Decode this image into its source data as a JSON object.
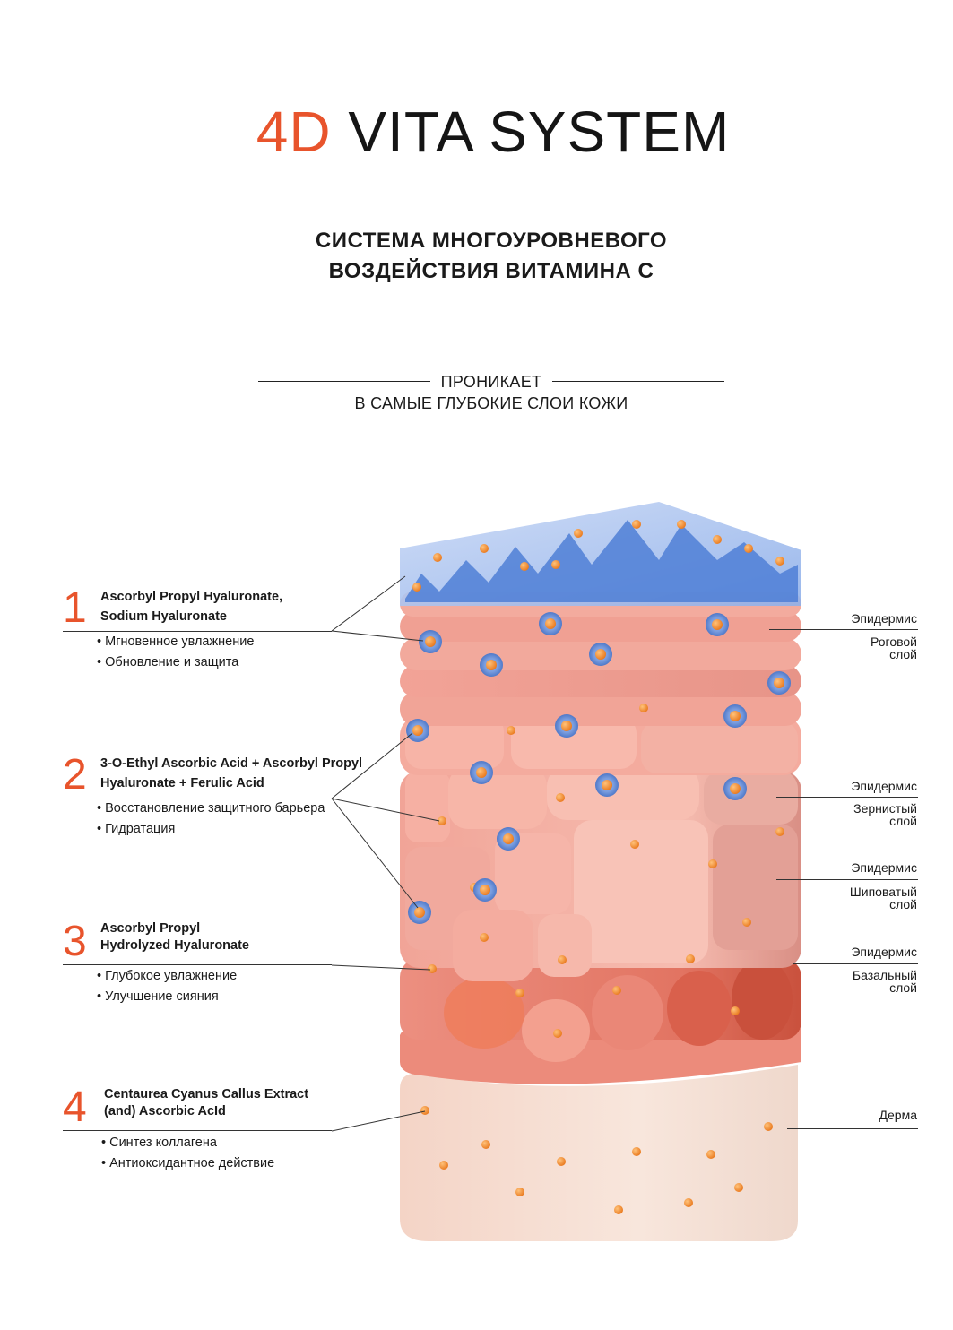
{
  "header": {
    "title_accent": "4D",
    "title_main": "VITA SYSTEM",
    "subtitle_line1": "СИСТЕМА МНОГОУРОВНЕВОГО",
    "subtitle_line2": "ВОЗДЕЙСТВИЯ ВИТАМИНА С",
    "tagline_line1": "ПРОНИКАЕТ",
    "tagline_line2": "В САМЫЕ ГЛУБОКИЕ СЛОИ КОЖИ"
  },
  "ingredients": [
    {
      "number": "1",
      "name_line1": "Ascorbyl Propyl Hyaluronate,",
      "name_line2": "Sodium Hyaluronate",
      "benefits": [
        "Мгновенное увлажнение",
        "Обновление и защита"
      ]
    },
    {
      "number": "2",
      "name_line1": "3-O-Ethyl Ascorbic Acid + Ascorbyl Propyl",
      "name_line2": "Hyaluronate + Ferulic Acid",
      "benefits": [
        "Восстановление защитного барьера",
        "Гидратация"
      ]
    },
    {
      "number": "3",
      "name_line1": "Ascorbyl Propyl",
      "name_line2": "Hydrolyzed Hyaluronate",
      "benefits": [
        "Глубокое увлажнение",
        "Улучшение сияния"
      ]
    },
    {
      "number": "4",
      "name_line1": "Centaurea Cyanus Callus Extract",
      "name_line2": "(and) Ascorbic AcId",
      "benefits": [
        "Синтез коллагена",
        "Антиоксидантное действие"
      ]
    }
  ],
  "layers": [
    {
      "top": "Эпидермис",
      "line1": "Роговой",
      "line2": "слой"
    },
    {
      "top": "Эпидермис",
      "line1": "Зернистый",
      "line2": "слой"
    },
    {
      "top": "Эпидермис",
      "line1": "Шиповатый",
      "line2": "слой"
    },
    {
      "top": "Эпидермис",
      "line1": "Базальный",
      "line2": "слой"
    },
    {
      "top": "Дерма"
    }
  ],
  "colors": {
    "accent": "#e8542c",
    "blue_layer": "#5b8fe0",
    "granule_orange": "#f08a2a",
    "cell_pink": "#f2a59a",
    "basal_red": "#e0634f",
    "dermis_cream": "#f7e2d6"
  }
}
